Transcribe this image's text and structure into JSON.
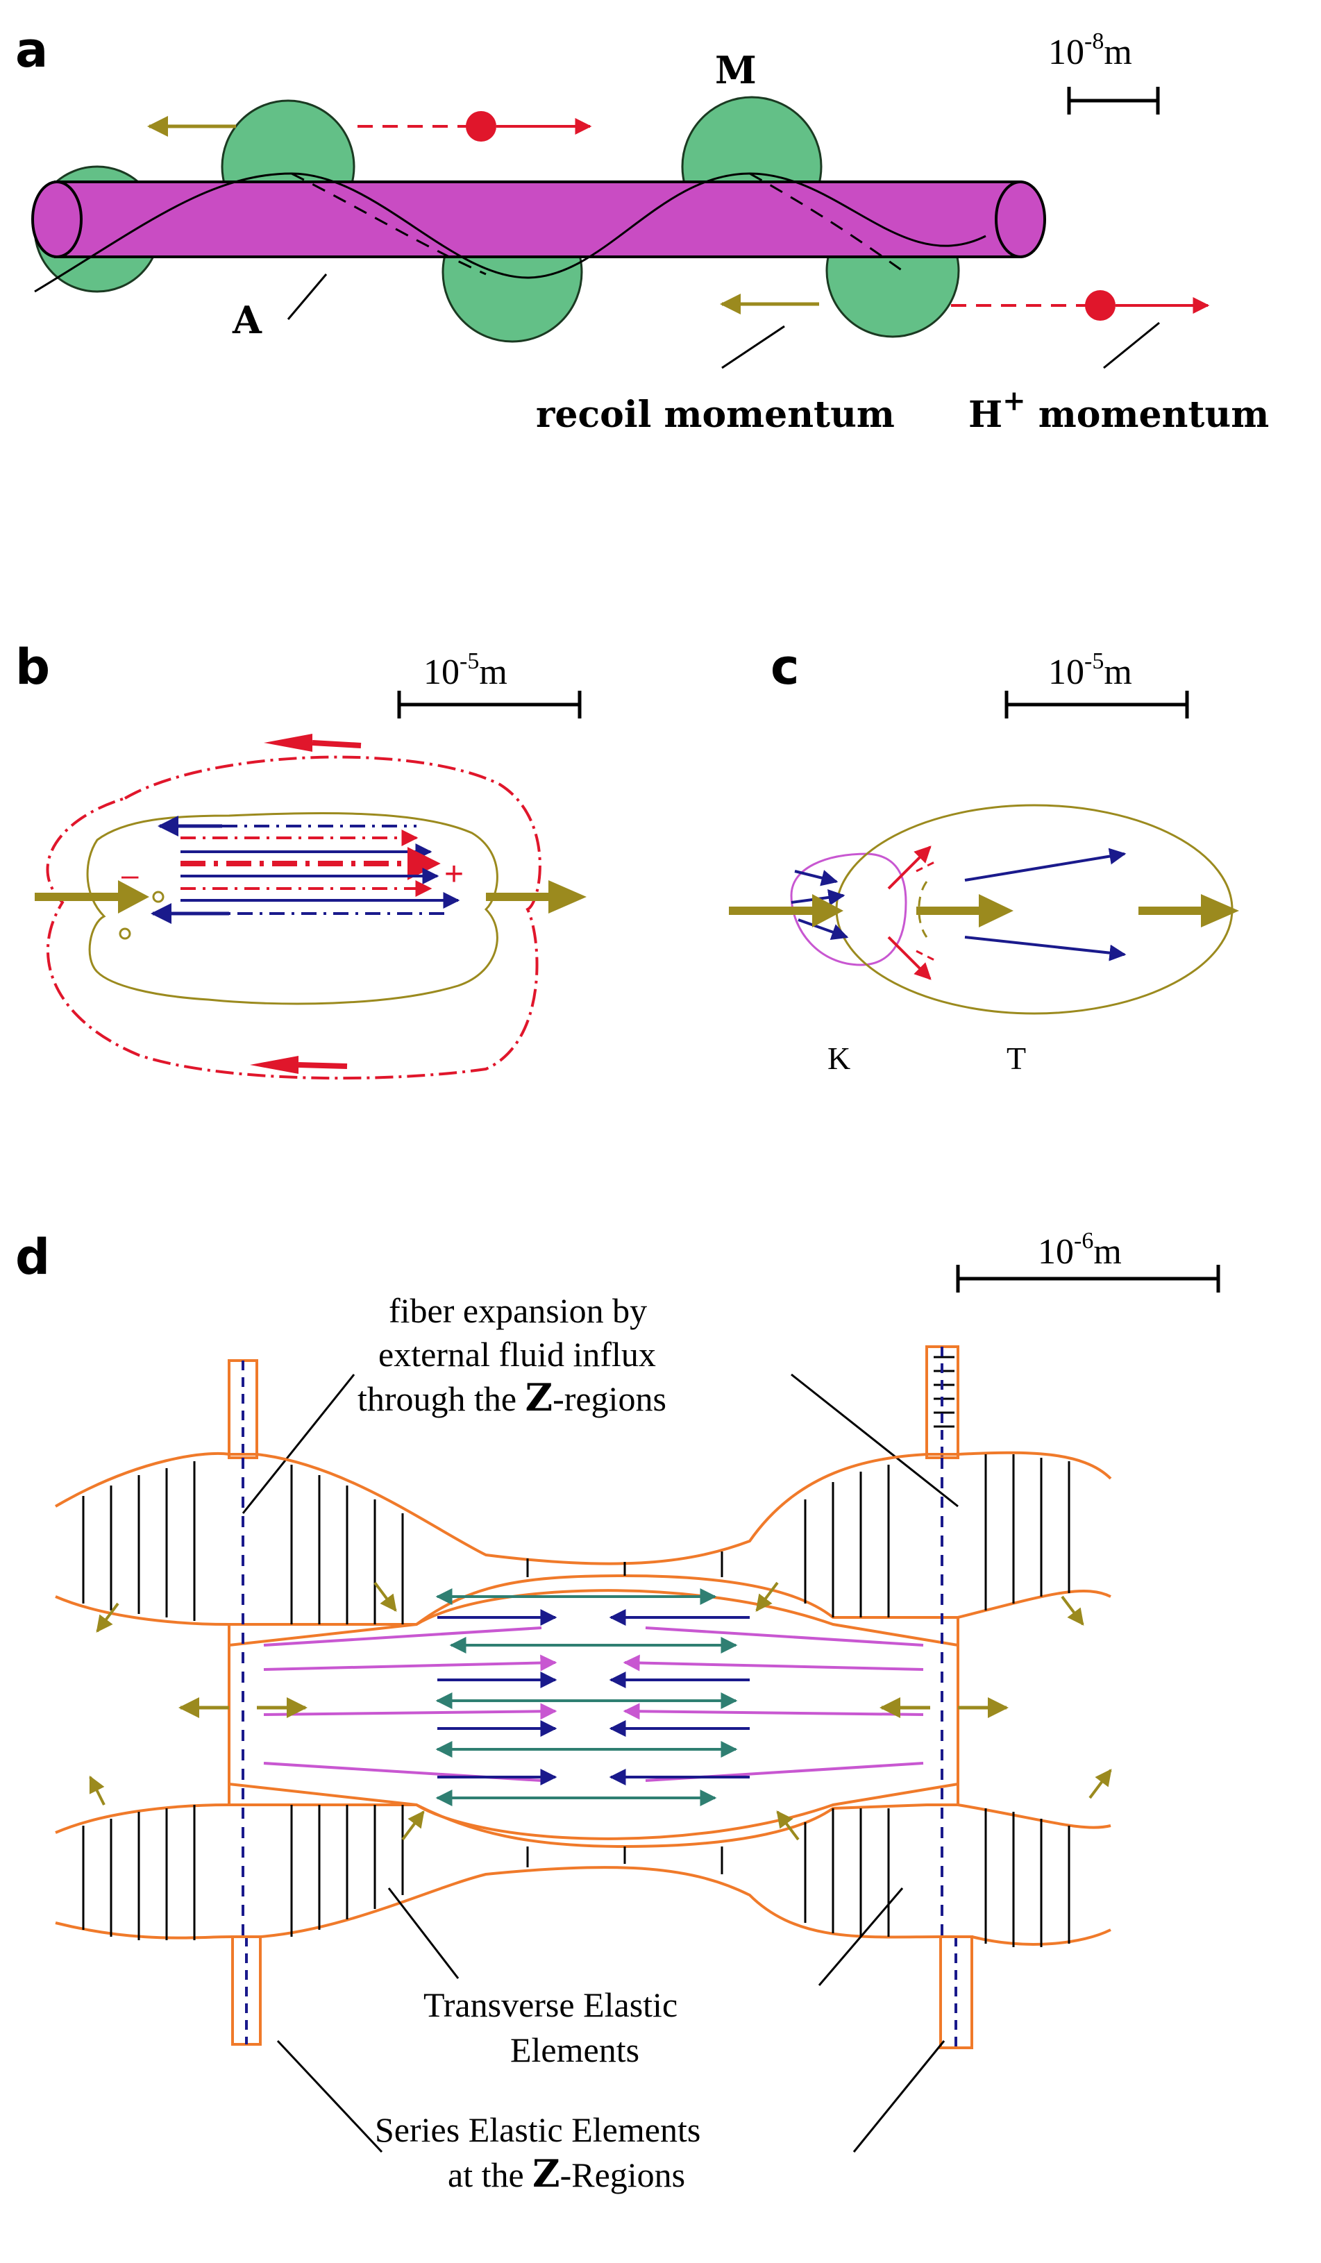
{
  "panels": {
    "a": {
      "letter": "a",
      "scale": {
        "base": "10",
        "exp": "-8",
        "unit": "m"
      },
      "label_m": "M",
      "label_a": "A",
      "label_recoil": "recoil momentum",
      "label_h": "H",
      "label_h_sup": "+",
      "label_h_rest": " momentum"
    },
    "b": {
      "letter": "b",
      "scale": {
        "base": "10",
        "exp": "-5",
        "unit": "m"
      }
    },
    "c": {
      "letter": "c",
      "scale": {
        "base": "10",
        "exp": "-5",
        "unit": "m"
      },
      "label_k": "K",
      "label_t": "T"
    },
    "d": {
      "letter": "d",
      "scale": {
        "base": "10",
        "exp": "-6",
        "unit": "m"
      },
      "top_label": {
        "line1": "fiber expansion by",
        "line2": "external fluid influx",
        "line3_pre": "through the ",
        "line3_z": "Z",
        "line3_post": "-regions"
      },
      "transverse_label": {
        "line1": "Transverse Elastic",
        "line2": "Elements"
      },
      "series_label": {
        "line1": "Series Elastic Elements",
        "line2_pre": "at the ",
        "line2_z": "Z",
        "line2_post": "-Regions"
      }
    }
  },
  "colors": {
    "actin": "#c94cc3",
    "myosin": "#63c087",
    "olive": "#9b8a1e",
    "red": "#e0162b",
    "blue": "#1a1a8c",
    "pink": "#c857d1",
    "teal": "#2f7f72",
    "orange": "#f07a2a"
  }
}
